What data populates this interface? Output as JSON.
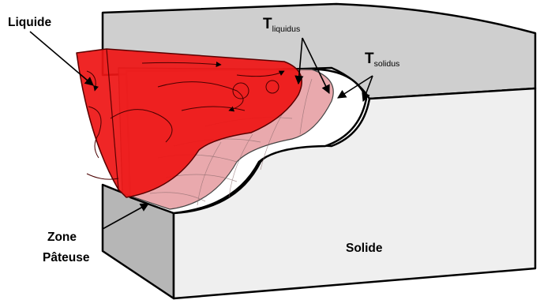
{
  "labels": {
    "liquide": "Liquide",
    "t_liquidus_main": "T",
    "t_liquidus_sub": "liquidus",
    "t_solidus_main": "T",
    "t_solidus_sub": "solidus",
    "zone_line1": "Zone",
    "zone_line2": "Pâteuse",
    "solide": "Solide"
  },
  "colors": {
    "block_top": "#cfcfcf",
    "block_front": "#efefef",
    "block_left": "#b6b6b6",
    "liquid_pool": "#ee1515",
    "mushy_zone": "#e7a0a4",
    "solid_boundary_fill": "#ffffff",
    "outline": "#000000"
  }
}
